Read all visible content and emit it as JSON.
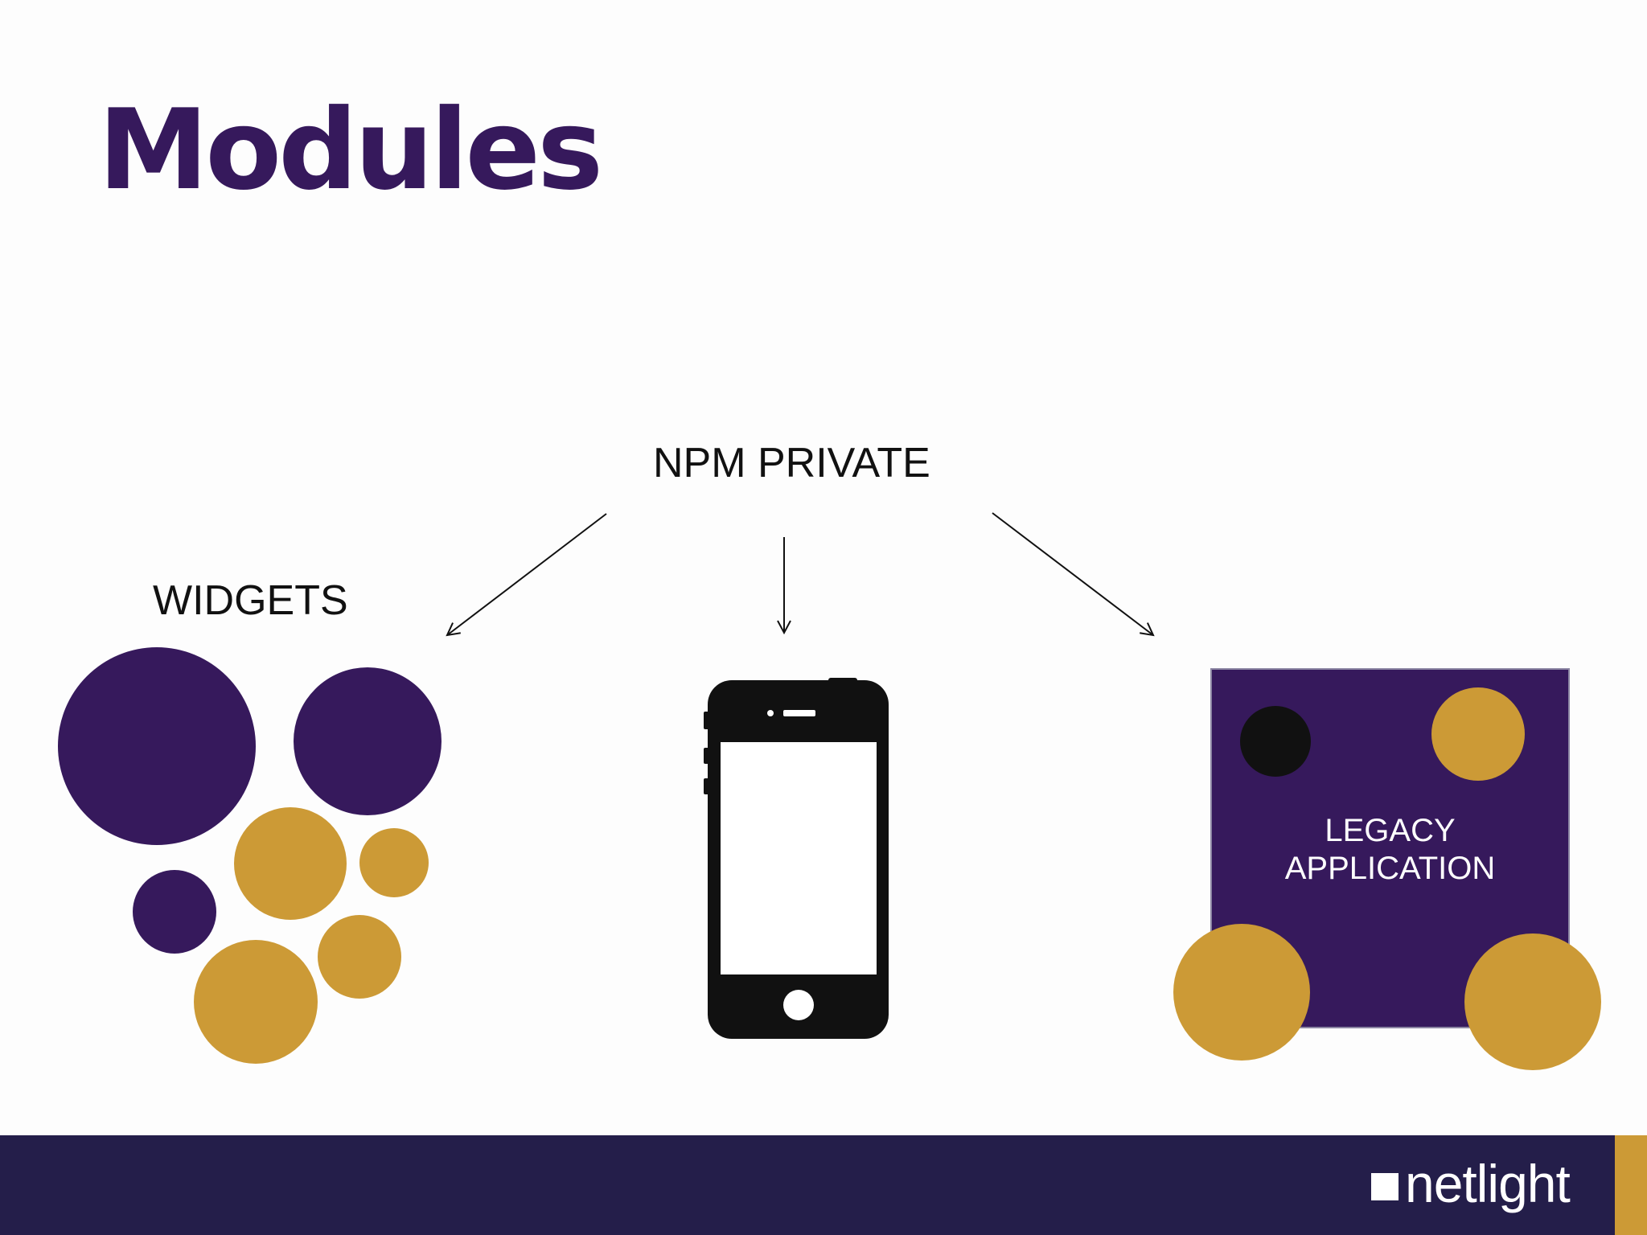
{
  "slide": {
    "title": "Modules"
  },
  "diagram": {
    "source_label": "NPM PRIVATE",
    "widgets_label": "WIDGETS",
    "legacy_label_line1": "LEGACY",
    "legacy_label_line2": "APPLICATION",
    "icons": [
      "widgets-circles",
      "smartphone-icon",
      "legacy-application-box"
    ]
  },
  "footer": {
    "logo_text": "netlight"
  },
  "colors": {
    "purple": "#36195c",
    "gold": "#cc9a36",
    "footer_bg": "#241e4a",
    "black": "#111111"
  }
}
